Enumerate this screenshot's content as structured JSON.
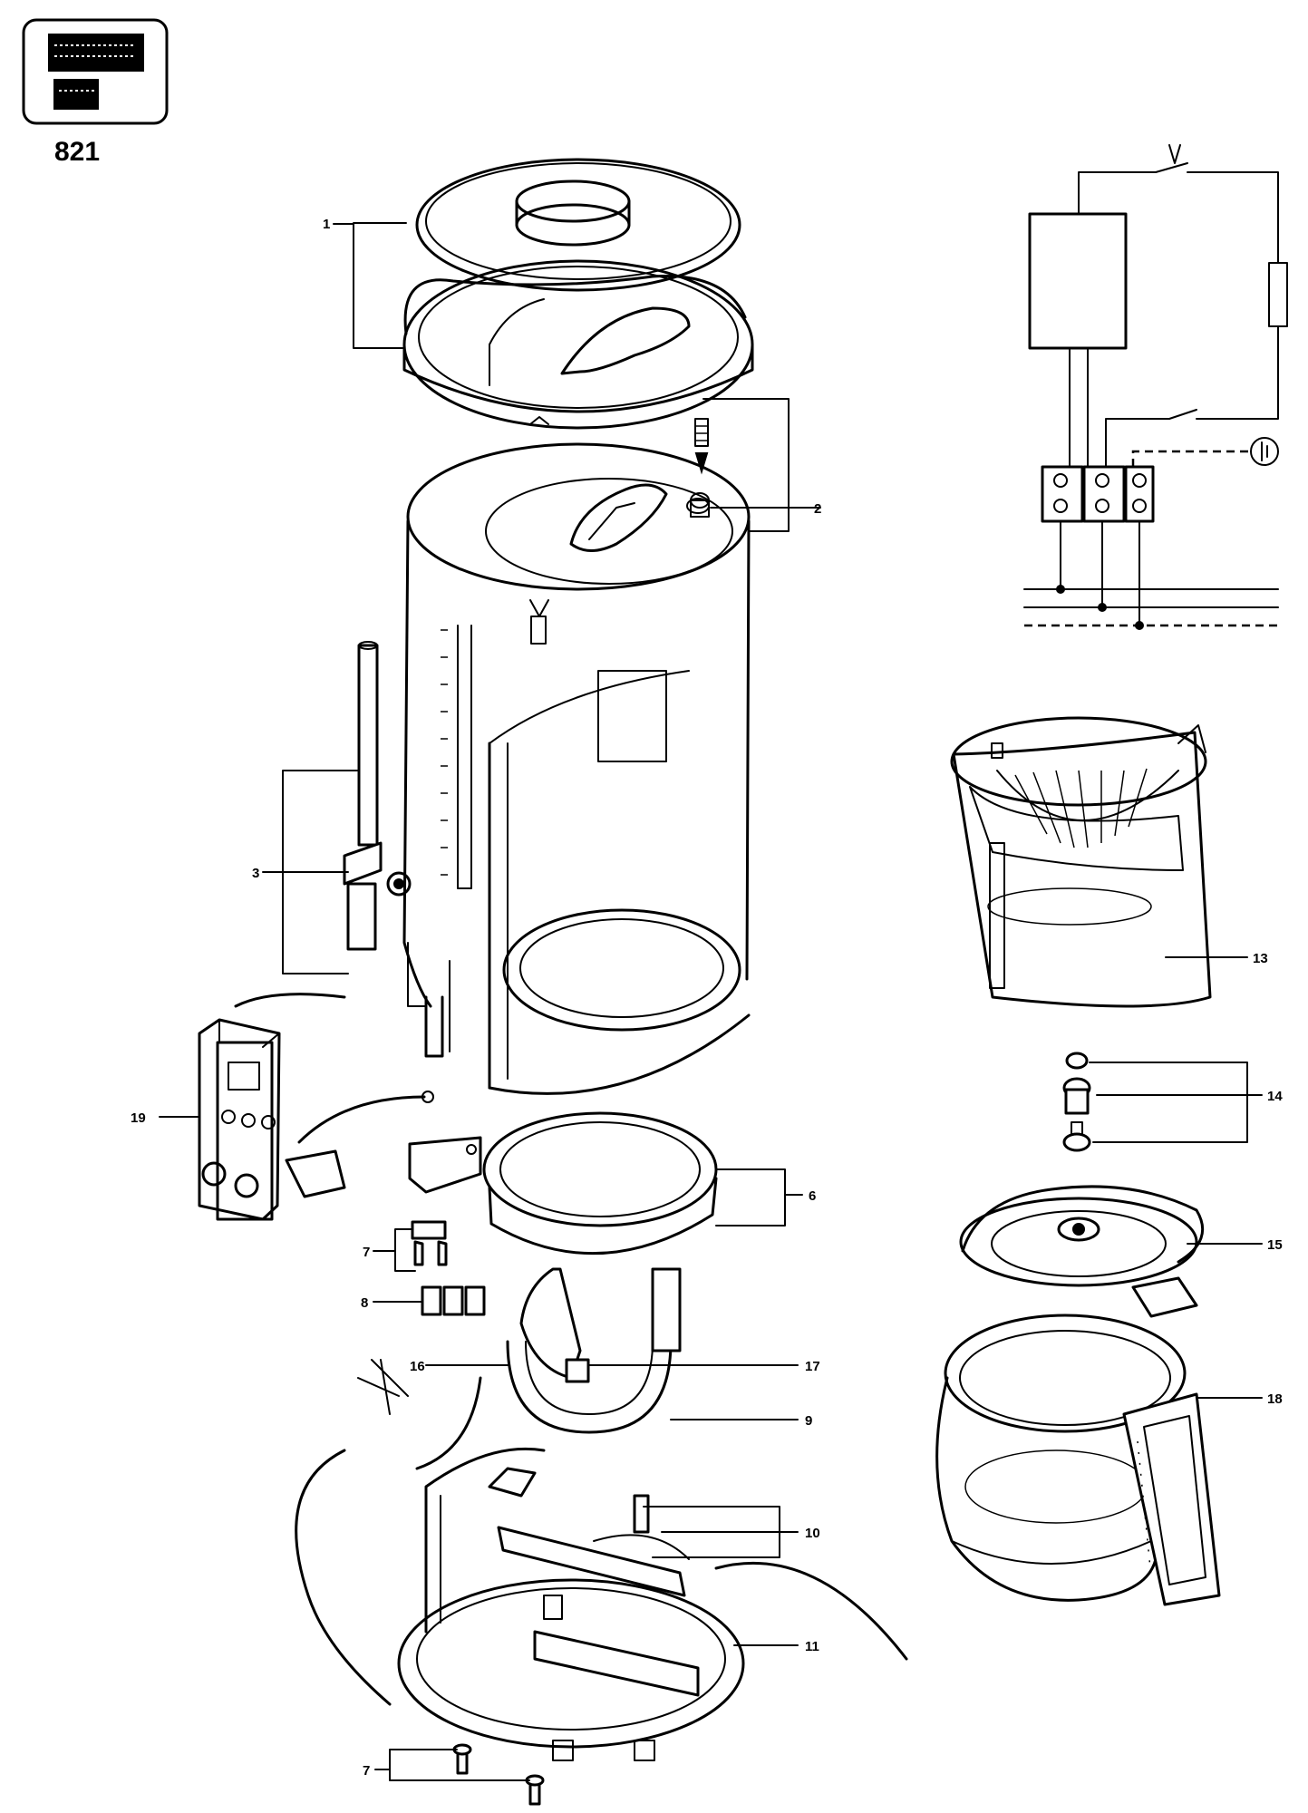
{
  "page_number": "821",
  "callouts": [
    {
      "id": "c1",
      "text": "1"
    },
    {
      "id": "c2",
      "text": "2"
    },
    {
      "id": "c3",
      "text": "3"
    },
    {
      "id": "c6",
      "text": "6"
    },
    {
      "id": "c7a",
      "text": "7"
    },
    {
      "id": "c7b",
      "text": "7"
    },
    {
      "id": "c8",
      "text": "8"
    },
    {
      "id": "c9",
      "text": "9"
    },
    {
      "id": "c10",
      "text": "10"
    },
    {
      "id": "c11",
      "text": "11"
    },
    {
      "id": "c13",
      "text": "13"
    },
    {
      "id": "c14",
      "text": "14"
    },
    {
      "id": "c15",
      "text": "15"
    },
    {
      "id": "c16",
      "text": "16"
    },
    {
      "id": "c17",
      "text": "17"
    },
    {
      "id": "c18",
      "text": "18"
    },
    {
      "id": "c19",
      "text": "19"
    }
  ],
  "icons": {
    "manual_icon": "manual-document-icon",
    "earth_symbol": "earth-ground-icon"
  },
  "colors": {
    "ink": "#000000",
    "paper": "#ffffff"
  }
}
